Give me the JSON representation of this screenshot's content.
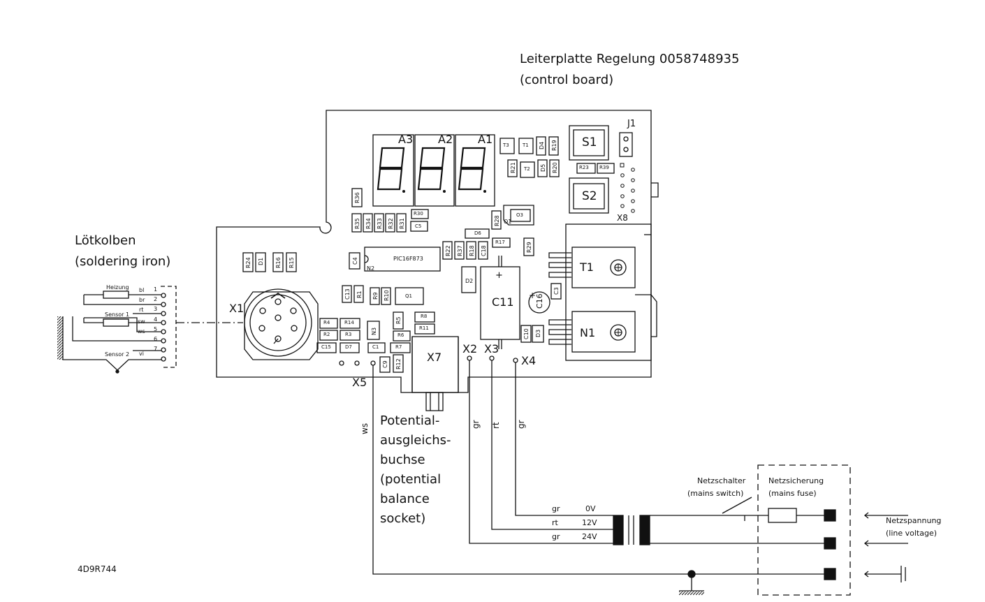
{
  "title": {
    "line1": "Leiterplatte Regelung   0058748935",
    "line2": "(control board)"
  },
  "iron": {
    "line1": "Lötkolben",
    "line2": "(soldering iron)",
    "heater": "Heizung",
    "sensor1": "Sensor 1",
    "sensor2": "Sensor 2",
    "wires": [
      "bl",
      "br",
      "rt",
      "sw",
      "ws",
      "vi"
    ],
    "pins": [
      "1",
      "2",
      "3",
      "4",
      "5",
      "6",
      "7"
    ]
  },
  "board": {
    "displays": [
      "A3",
      "A2",
      "A1"
    ],
    "switches": [
      "S1",
      "S2"
    ],
    "jumper": "J1",
    "header": "X8",
    "connector": "X1",
    "socket": "X7",
    "terminals": [
      "X2",
      "X3",
      "X4",
      "X5"
    ],
    "chip": "PIC16F873",
    "chip_ref": "N2",
    "c11": "C11",
    "c11_plus": "+",
    "t1": "T1",
    "n1": "N1",
    "c16": "C16",
    "c16_plus": "+",
    "parts": {
      "T3": "T3",
      "T1s": "T1",
      "D4": "D4",
      "R19": "R19",
      "R21": "R21",
      "T2": "T2",
      "D5": "D5",
      "R20": "R20",
      "R23": "R23",
      "R39": "R39",
      "R36": "R36",
      "R30": "R30",
      "R35": "R35",
      "R34": "R34",
      "R33": "R33",
      "R32": "R32",
      "R31": "R31",
      "C5": "C5",
      "R28": "R28",
      "O1": "O1",
      "O3": "O3",
      "D6": "D6",
      "R22": "R22",
      "R37": "R37",
      "R18": "R18",
      "C18": "C18",
      "R17": "R17",
      "R29": "R29",
      "C4": "C4",
      "R24": "R24",
      "D1": "D1",
      "R16": "R16",
      "R15": "R15",
      "D2": "D2",
      "C13": "C13",
      "R1": "R1",
      "R9": "R9",
      "R10": "R10",
      "Q1": "Q1",
      "C3": "C3",
      "R4": "R4",
      "R14": "R14",
      "N3": "N3",
      "R5": "R5",
      "R8": "R8",
      "R11": "R11",
      "R2": "R2",
      "R3": "R3",
      "R6": "R6",
      "C15": "C15",
      "D7": "D7",
      "C1": "C1",
      "R7": "R7",
      "C9": "C9",
      "R12": "R12",
      "C10": "C10",
      "D3": "D3"
    }
  },
  "wires": {
    "ws": "ws",
    "gr": "gr",
    "rt": "rt"
  },
  "transformer": {
    "rows": [
      {
        "color": "gr",
        "voltage": "0V"
      },
      {
        "color": "rt",
        "voltage": "12V"
      },
      {
        "color": "gr",
        "voltage": "24V"
      }
    ]
  },
  "potential": {
    "lines": [
      "Potential-",
      "ausgleichs-",
      "buchse",
      "(potential",
      "balance",
      "socket)"
    ]
  },
  "mains": {
    "switch_line1": "Netzschalter",
    "switch_line2": "(mains switch)",
    "fuse_line1": "Netzsicherung",
    "fuse_line2": "(mains fuse)",
    "voltage_line1": "Netzspannung",
    "voltage_line2": "(line voltage)"
  },
  "doc_id": "4D9R744"
}
